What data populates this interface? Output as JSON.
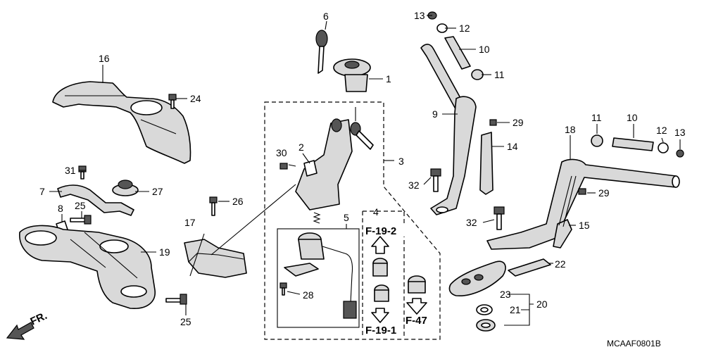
{
  "direction_label": "FR.",
  "diagram_code": "MCAAF0801B",
  "refs": {
    "f19_2": "F-19-2",
    "f19_1": "F-19-1",
    "f47": "F-47"
  },
  "callouts": {
    "c1": "1",
    "c2": "2",
    "c3": "3",
    "c4": "4",
    "c5": "5",
    "c6": "6",
    "c7": "7",
    "c8": "8",
    "c9": "9",
    "c10a": "10",
    "c10b": "10",
    "c11a": "11",
    "c11b": "11",
    "c12a": "12",
    "c12b": "12",
    "c13a": "13",
    "c13b": "13",
    "c14": "14",
    "c15": "15",
    "c16": "16",
    "c17": "17",
    "c18": "18",
    "c19": "19",
    "c20": "20",
    "c21": "21",
    "c22": "22",
    "c23": "23",
    "c24": "24",
    "c25a": "25",
    "c25b": "25",
    "c26": "26",
    "c27": "27",
    "c28": "28",
    "c29a": "29",
    "c29b": "29",
    "c30": "30",
    "c31": "31",
    "c32a": "32",
    "c32b": "32"
  }
}
